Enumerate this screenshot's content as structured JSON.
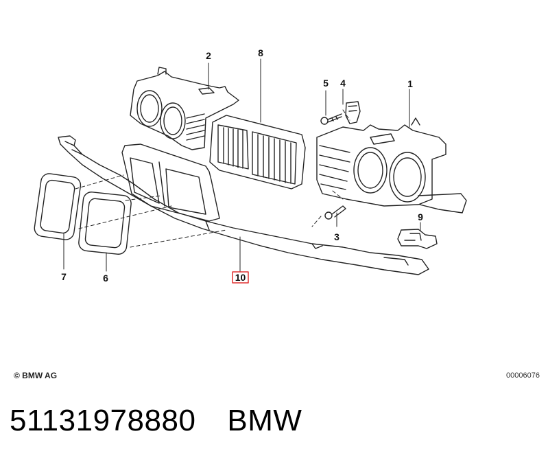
{
  "diagram": {
    "callouts": [
      "1",
      "2",
      "3",
      "4",
      "5",
      "6",
      "7",
      "8",
      "9",
      "10"
    ],
    "highlighted_callout": "10",
    "highlight_color": "#e03030"
  },
  "footer": {
    "copyright": "© BMW AG",
    "drawing_number": "00006076"
  },
  "part": {
    "number": "51131978880",
    "brand": "BMW"
  }
}
